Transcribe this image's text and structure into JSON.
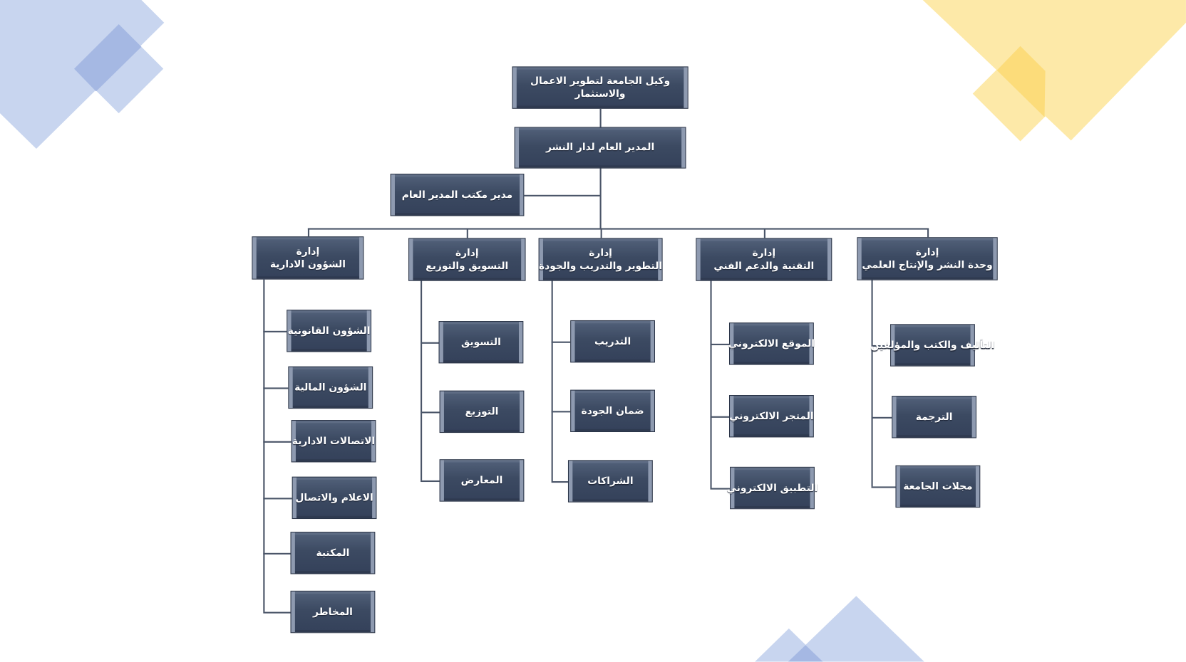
{
  "chart": {
    "top": {
      "lines": [
        "وكيل الجامعة لتطوير الاعمال",
        "والاستثمار"
      ]
    },
    "general_manager": {
      "lines": [
        "المدير العام لدار النشر"
      ]
    },
    "office_manager": {
      "lines": [
        "مدير مكتب المدير العام"
      ]
    },
    "departments": [
      {
        "lines": [
          "إدارة",
          "الشؤون الادارية"
        ],
        "units": [
          "الشؤون القانونية",
          "الشؤون المالية",
          "الاتصالات الادارية",
          "الاعلام والاتصال",
          "المكتبة",
          "المخاطر"
        ]
      },
      {
        "lines": [
          "إدارة",
          "التسويق والتوزيع"
        ],
        "units": [
          "التسويق",
          "التوزيع",
          "المعارض"
        ]
      },
      {
        "lines": [
          "إدارة",
          "التطوير والتدريب والجودة"
        ],
        "units": [
          "التدريب",
          "ضمان الجودة",
          "الشراكات"
        ]
      },
      {
        "lines": [
          "إدارة",
          "التقنية والدعم الفني"
        ],
        "units": [
          "الموقع الالكتروني",
          "المتجر الالكتروني",
          "التطبيق الالكتروني"
        ]
      },
      {
        "lines": [
          "إدارة",
          "وحدة النشر والإنتاج العلمي"
        ],
        "units": [
          "التأليف والكتب والمؤلفين",
          "الترجمة",
          "مجلات الجامعة"
        ]
      }
    ]
  },
  "colors": {
    "box": "#3c4a62",
    "line": "#4a5568",
    "deco_blue": "#c5d3ee",
    "deco_blue_dark": "#a3b6e2",
    "deco_yellow": "#fde9a6",
    "deco_yellow_dark": "#fcdc78"
  }
}
